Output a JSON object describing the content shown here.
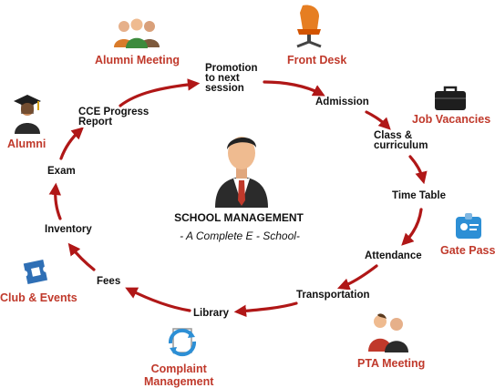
{
  "center": {
    "title": "SCHOOL MANAGEMENT",
    "subtitle": "- A Complete E - School-"
  },
  "cycle": {
    "promotion": "Promotion\nto next\nsession",
    "admission": "Admission",
    "class_curriculum": "Class &\ncurriculum",
    "time_table": "Time Table",
    "attendance": "Attendance",
    "transportation": "Transportation",
    "library": "Library",
    "fees": "Fees",
    "inventory": "Inventory",
    "exam": "Exam",
    "cce_progress_report": "CCE Progress\nReport"
  },
  "modules": {
    "alumni_meeting": "Alumni Meeting",
    "front_desk": "Front Desk",
    "job_vacancies": "Job Vacancies",
    "gate_pass": "Gate Pass",
    "pta_meeting": "PTA Meeting",
    "complaint_management": "Complaint\nManagement",
    "club_events": "Club & Events",
    "alumni": "Alumni"
  },
  "colors": {
    "arrow": "#b01717",
    "module_label": "#c0392b",
    "label_text": "#111111"
  },
  "icons": {
    "center": "businessman-icon",
    "alumni_meeting": "people-group-icon",
    "front_desk": "office-chair-icon",
    "job_vacancies": "briefcase-icon",
    "gate_pass": "id-badge-icon",
    "pta_meeting": "meeting-people-icon",
    "complaint_management": "document-refresh-icon",
    "club_events": "ticket-icon",
    "alumni": "graduate-icon"
  }
}
